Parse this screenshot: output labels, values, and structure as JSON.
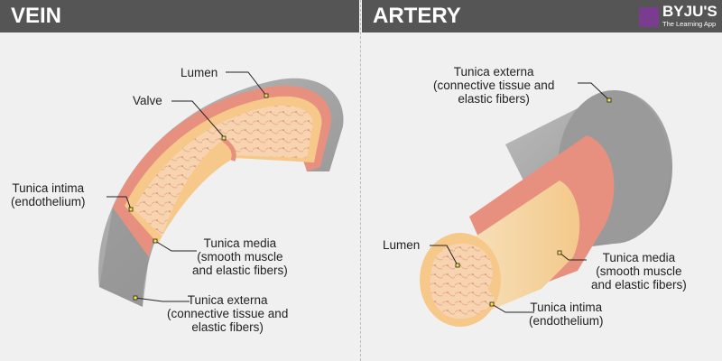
{
  "headers": {
    "vein": "VEIN",
    "artery": "ARTERY"
  },
  "brand": {
    "name": "BYJU'S",
    "tagline": "The Learning App",
    "color": "#7a3c8f"
  },
  "vein": {
    "labels": {
      "lumen": "Lumen",
      "valve": "Valve",
      "intima": [
        "Tunica intima",
        "(endothelium)"
      ],
      "media": [
        "Tunica media",
        "(smooth muscle",
        "and elastic fibers)"
      ],
      "externa": [
        "Tunica externa",
        "(connective tissue and",
        "elastic fibers)"
      ]
    }
  },
  "artery": {
    "labels": {
      "externa": [
        "Tunica externa",
        "(connective tissue and",
        "elastic fibers)"
      ],
      "lumen": "Lumen",
      "media": [
        "Tunica media",
        "(smooth muscle",
        "and elastic fibers)"
      ],
      "intima": [
        "Tunica intima",
        "(endothelium)"
      ]
    }
  },
  "colors": {
    "header_bg": "#555555",
    "externa": "#9e9e9e",
    "media": "#e8907f",
    "intima": "#f6c98a",
    "lumen": "#f7d7b4",
    "marker": "#f5e64a"
  }
}
